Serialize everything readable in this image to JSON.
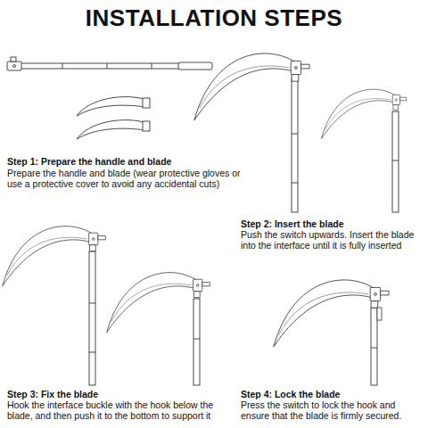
{
  "diagram": {
    "title": "INSTALLATION STEPS",
    "labels": [
      "Step 1: Prepare the handle and blade",
      "Prepare the handle and blade (wear protective gloves or use a protective cover to avoid any accidental cuts)",
      "Step 2: Insert the blade",
      "Push the switch upwards. Insert the blade into the interface until it is fully inserted",
      "Step 3: Fix the blade",
      "Hook the interface buckle with the hook below the blade, and then push it to the bottom to support it",
      "Step 4: Lock the blade",
      "Press the switch to lock the hook and ensure that the blade is firmly secured."
    ]
  }
}
